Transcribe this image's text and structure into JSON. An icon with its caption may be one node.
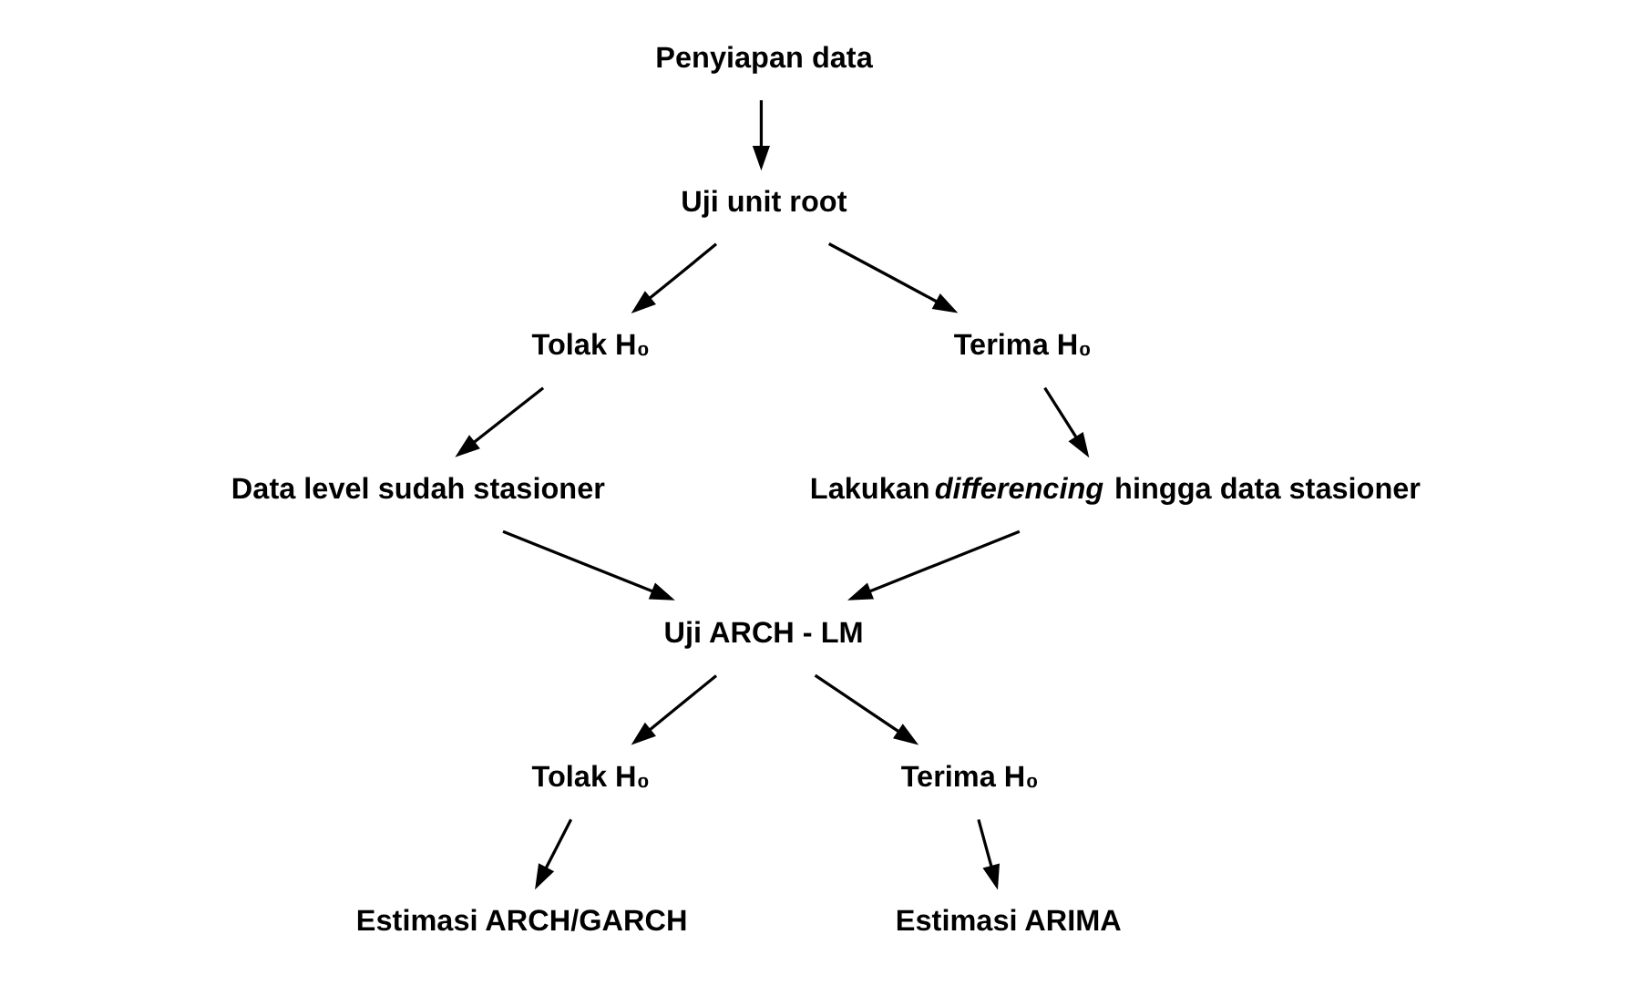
{
  "diagram": {
    "nodes": [
      {
        "text": [
          "Penyiapan data"
        ]
      },
      {
        "text": [
          "Uji unit root"
        ]
      },
      {
        "text": [
          "Tolak H₀"
        ]
      },
      {
        "text": [
          "Terima H₀"
        ]
      },
      {
        "text": [
          "Data level sudah stasioner"
        ]
      },
      {
        "text": [
          "Lakukan *differencing* hingga data stasioner"
        ]
      },
      {
        "text": [
          "Uji ARCH - LM"
        ]
      },
      {
        "text": [
          "Tolak H₀"
        ]
      },
      {
        "text": [
          "Terima H₀"
        ]
      },
      {
        "text": [
          "Estimasi ARCH/GARCH"
        ]
      },
      {
        "text": [
          "Estimasi ARIMA"
        ]
      }
    ],
    "edges": [
      {
        "from": 0,
        "to": 1,
        "arrow": "to"
      },
      {
        "from": 1,
        "to": 2,
        "arrow": "to"
      },
      {
        "from": 1,
        "to": 3,
        "arrow": "to"
      },
      {
        "from": 2,
        "to": 4,
        "arrow": "to"
      },
      {
        "from": 3,
        "to": 5,
        "arrow": "to"
      },
      {
        "from": 4,
        "to": 6,
        "arrow": "to"
      },
      {
        "from": 5,
        "to": 6,
        "arrow": "to"
      },
      {
        "from": 6,
        "to": 7,
        "arrow": "to"
      },
      {
        "from": 6,
        "to": 8,
        "arrow": "to"
      },
      {
        "from": 7,
        "to": 9,
        "arrow": "to"
      },
      {
        "from": 8,
        "to": 10,
        "arrow": "to"
      }
    ]
  }
}
